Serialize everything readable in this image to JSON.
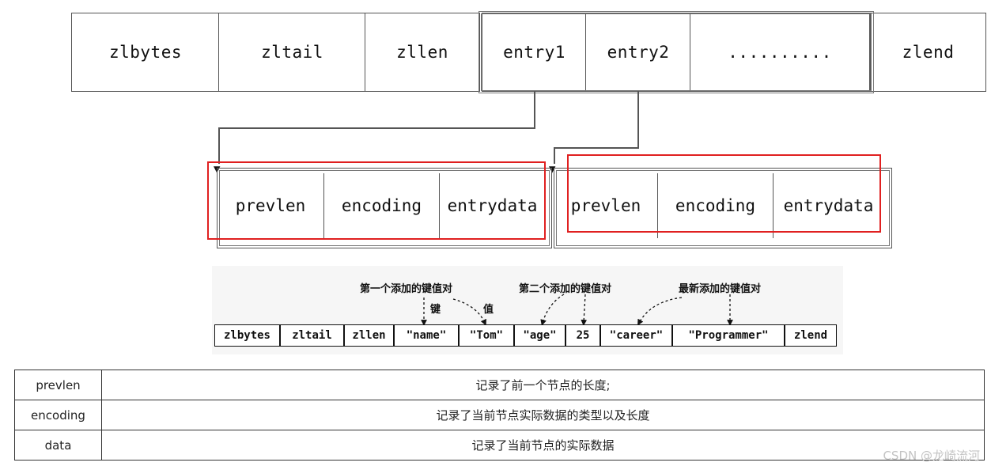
{
  "top_diagram": {
    "header_cells": [
      "zlbytes",
      "zltail",
      "zllen",
      "entry1",
      "entry2",
      "..........",
      "zlend"
    ],
    "entry_fields": [
      "prevlen",
      "encoding",
      "entrydata"
    ]
  },
  "example_diagram": {
    "cells": [
      "zlbytes",
      "zltail",
      "zllen",
      "\"name\"",
      "\"Tom\"",
      "\"age\"",
      "25",
      "\"career\"",
      "\"Programmer\"",
      "zlend"
    ],
    "annotations": {
      "first_pair": "第一个添加的键值对",
      "key": "键",
      "value": "值",
      "second_pair": "第二个添加的键值对",
      "newest_pair": "最新添加的键值对"
    }
  },
  "description_table": {
    "rows": [
      {
        "field": "prevlen",
        "desc": "记录了前一个节点的长度;"
      },
      {
        "field": "encoding",
        "desc": "记录了当前节点实际数据的类型以及长度"
      },
      {
        "field": "data",
        "desc": "记录了当前节点的实际数据"
      }
    ]
  },
  "watermark": "CSDN @龙崎流河",
  "colors": {
    "highlight": "#e02020",
    "line": "#555555"
  }
}
